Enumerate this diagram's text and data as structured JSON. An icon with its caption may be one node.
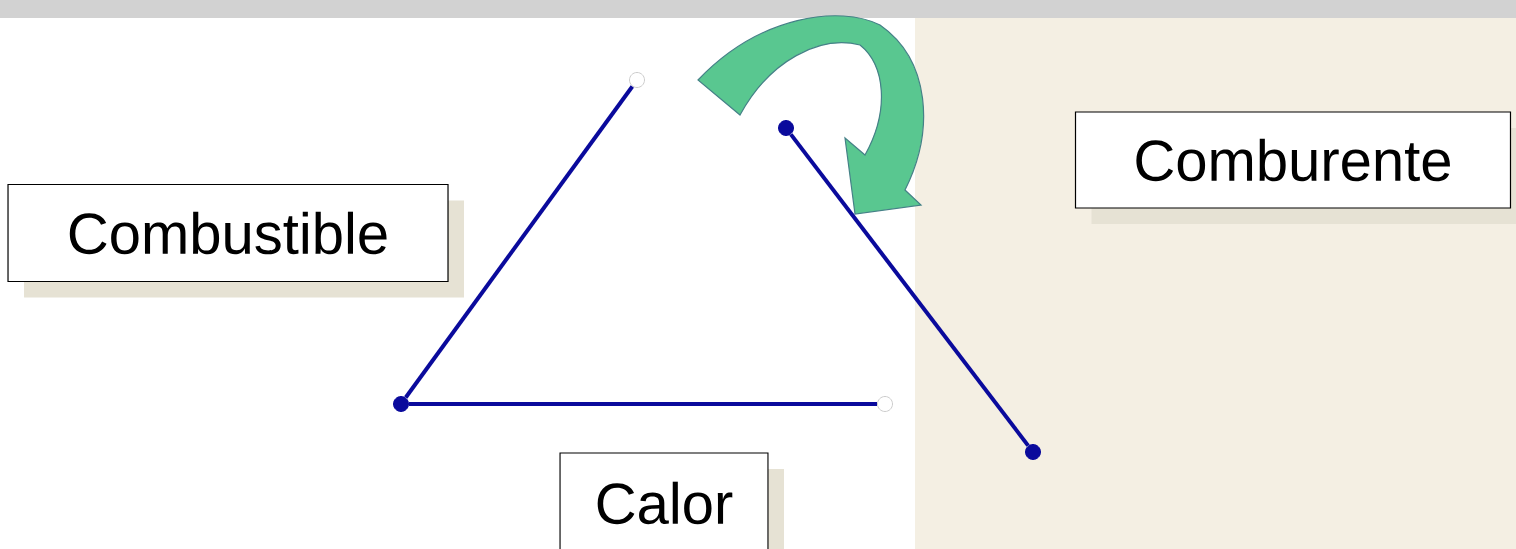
{
  "diagram": {
    "nodes": [
      {
        "text": [
          "Combustible"
        ]
      },
      {
        "text": [
          "Comburente"
        ]
      },
      {
        "text": [
          "Calor"
        ]
      },
      {
        "text": [],
        "shape": "circle"
      },
      {
        "text": [],
        "shape": "circle"
      },
      {
        "text": [],
        "shape": "circle"
      },
      {
        "text": [],
        "shape": "circle"
      },
      {
        "text": [],
        "shape": "circle"
      }
    ],
    "edges": [
      {
        "from": 5,
        "to": 3,
        "arrow": "none"
      },
      {
        "from": 5,
        "to": 6,
        "arrow": "none"
      },
      {
        "from": 4,
        "to": 7,
        "arrow": "none"
      }
    ]
  }
}
